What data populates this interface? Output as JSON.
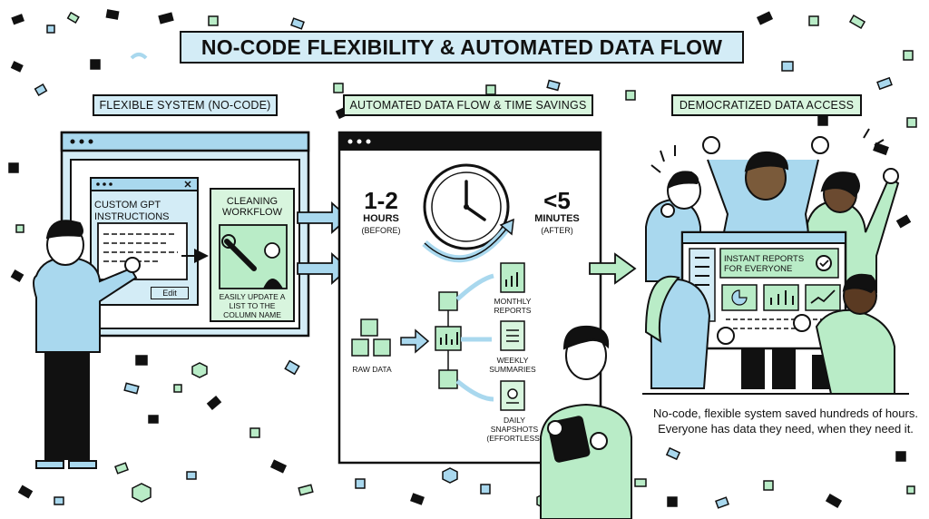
{
  "title": "NO-CODE FLEXIBILITY & AUTOMATED DATA FLOW",
  "sections": {
    "flexible": "FLEXIBLE SYSTEM (NO-CODE)",
    "automated": "AUTOMATED DATA FLOW & TIME SAVINGS",
    "democratized": "DEMOCRATIZED DATA ACCESS"
  },
  "panel1": {
    "gpt_title": "CUSTOM GPT INSTRUCTIONS",
    "edit_button": "Edit",
    "cleaning_title": "CLEANING WORKFLOW",
    "cleaning_caption": "EASILY UPDATE A LIST TO THE COLUMN NAME"
  },
  "panel2": {
    "before_value": "1-2",
    "before_unit": "HOURS",
    "before_note": "(BEFORE)",
    "after_value": "<5",
    "after_unit": "MINUTES",
    "after_note": "(AFTER)",
    "raw_data": "RAW DATA",
    "outputs": [
      "MONTHLY REPORTS",
      "WEEKLY SUMMARIES",
      "DAILY SNAPSHOTS (EFFORTLESS)"
    ]
  },
  "panel3": {
    "instant_reports": "INSTANT REPORTS FOR EVERYONE",
    "caption": "No-code, flexible system saved hundreds of hours. Everyone has data they need, when they need it."
  },
  "colors": {
    "blue": "#a9d8ee",
    "light_blue": "#d3ecf6",
    "green": "#b9ecc7",
    "light_green": "#d8f5de",
    "ink": "#111111"
  }
}
